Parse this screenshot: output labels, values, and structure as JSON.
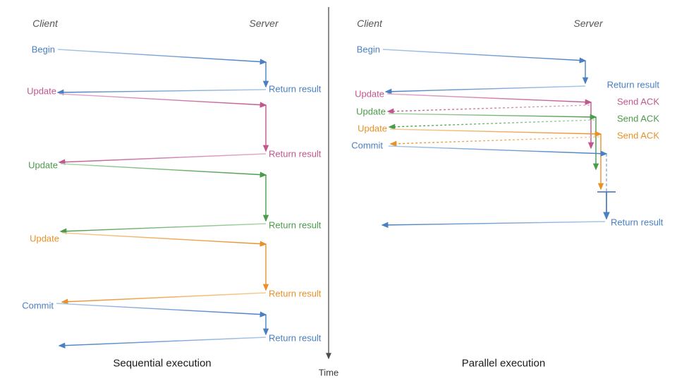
{
  "figure": {
    "time_axis_label": "Time",
    "divider_color": "#4d4d4d"
  },
  "colors": {
    "blue": "#4a7fc1",
    "pink": "#c2578f",
    "green": "#4c9a4c",
    "orange": "#e8912a",
    "actor": "#555555",
    "caption": "#1a1a1a"
  },
  "panels": [
    {
      "id": "sequential",
      "caption": "Sequential execution",
      "actors": {
        "client": "Client",
        "server": "Server"
      },
      "messages": [
        {
          "label": "Begin",
          "reply": "Return result",
          "color": "blue"
        },
        {
          "label": "Update",
          "reply": "Return result",
          "color": "pink"
        },
        {
          "label": "Update",
          "reply": "Return result",
          "color": "green"
        },
        {
          "label": "Update",
          "reply": "Return result",
          "color": "orange"
        },
        {
          "label": "Commit",
          "reply": "Return result",
          "color": "blue"
        }
      ]
    },
    {
      "id": "parallel",
      "caption": "Parallel execution",
      "actors": {
        "client": "Client",
        "server": "Server"
      },
      "messages": [
        {
          "label": "Begin",
          "reply": "Return result",
          "color": "blue"
        },
        {
          "label": "Update",
          "reply": "Send ACK",
          "color": "pink"
        },
        {
          "label": "Update",
          "reply": "Send ACK",
          "color": "green"
        },
        {
          "label": "Update",
          "reply": "Send ACK",
          "color": "orange"
        },
        {
          "label": "Commit",
          "reply": "Return result",
          "color": "blue"
        }
      ]
    }
  ],
  "chart_data": {
    "type": "diagram",
    "title": "Sequential vs Parallel transaction execution sequence diagram",
    "left_labels_sequential": [
      "Begin",
      "Update",
      "Update",
      "Update",
      "Commit"
    ],
    "right_labels_sequential": [
      "Return result",
      "Return result",
      "Return result",
      "Return result",
      "Return result"
    ],
    "left_labels_parallel": [
      "Begin",
      "Update",
      "Update",
      "Update",
      "Commit"
    ],
    "right_labels_parallel": [
      "Return result",
      "Send ACK",
      "Send ACK",
      "Send ACK",
      "Return result"
    ]
  }
}
